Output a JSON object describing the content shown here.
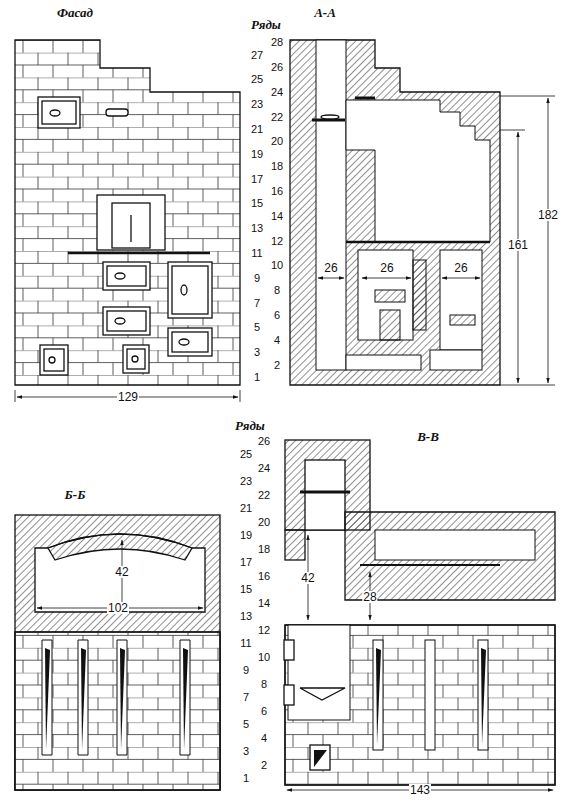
{
  "diagram": {
    "labels": [
      "Фасад",
      "Ряды",
      "А-А",
      "28",
      "27",
      "26",
      "25",
      "24",
      "23",
      "22",
      "21",
      "20",
      "19",
      "18",
      "17",
      "16",
      "15",
      "14",
      "13",
      "12",
      "11",
      "10",
      "9",
      "8",
      "7",
      "6",
      "5",
      "4",
      "3",
      "2",
      "1",
      "129",
      "26",
      "26",
      "26",
      "161",
      "182",
      "Ряды",
      "Б-Б",
      "В-В",
      "26",
      "25",
      "24",
      "23",
      "22",
      "21",
      "20",
      "19",
      "18",
      "17",
      "16",
      "15",
      "14",
      "13",
      "12",
      "11",
      "10",
      "9",
      "8",
      "7",
      "6",
      "5",
      "4",
      "3",
      "2",
      "1",
      "42",
      "102",
      "42",
      "28",
      "143"
    ]
  }
}
